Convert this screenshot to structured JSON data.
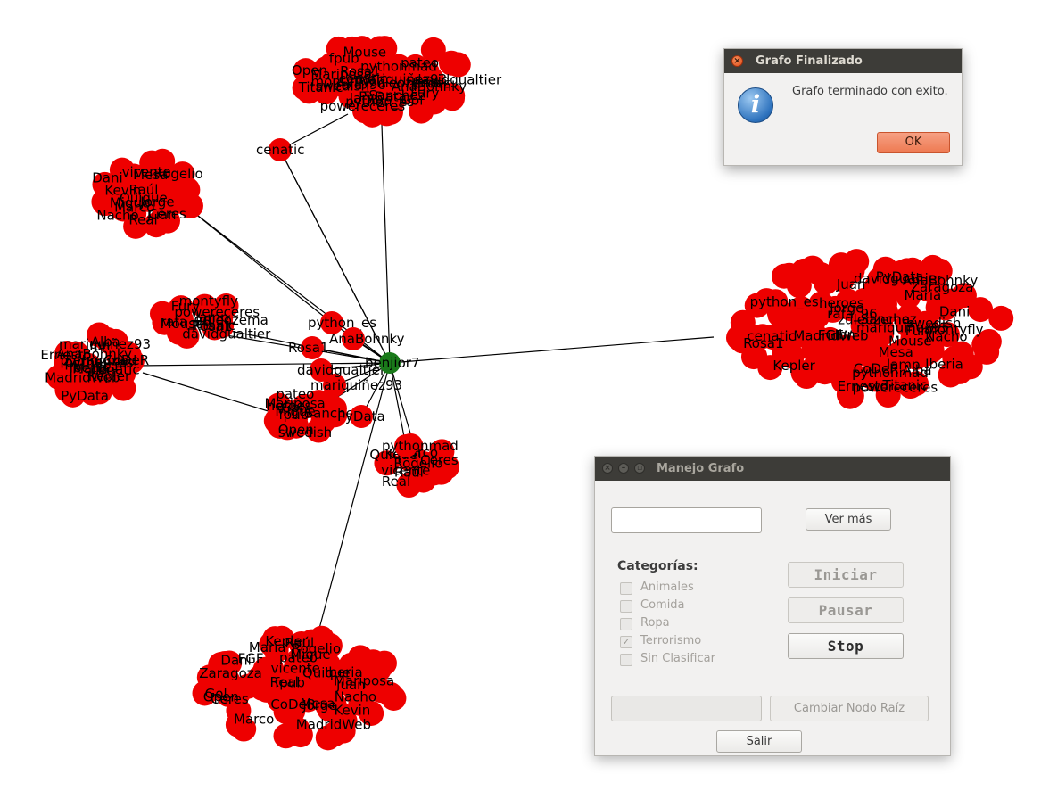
{
  "graph": {
    "root_node": {
      "label": "benjior7",
      "color": "#1a7a1a"
    },
    "node_color": "#ee0000",
    "edge_color": "#000000",
    "node_labels": [
      "cenatic",
      "python_es",
      "AnaBohnky",
      "PyData",
      "pythonmad",
      "mariquiñez93",
      "Rosa1",
      "rafa_96",
      "montyfly",
      "davidgualtier",
      "Titanic",
      "powereceres",
      "Mouse",
      "lamp",
      "Fury",
      "zuleozema",
      "Sanchez",
      "heroes",
      "swedish",
      "Open",
      "Mariposa",
      "Gol",
      "fpub",
      "pateo",
      "Migue",
      "Quique",
      "Ceres",
      "Raúl",
      "Kevin",
      "Marco",
      "vicente",
      "Real",
      "Rogelio",
      "Nacho",
      "Mesa",
      "Jorge",
      "Juan",
      "Dani",
      "FGF",
      "Iberia",
      "Zaragoza",
      "Kepler",
      "MadridWeb",
      "CoDeR",
      "Maria",
      "Alba",
      "Ibn",
      "Ernesto"
    ]
  },
  "dialog": {
    "title": "Grafo Finalizado",
    "close_glyph": "×",
    "icon": "info-icon",
    "icon_glyph": "i",
    "message": "Grafo terminado con exito.",
    "ok_label": "OK"
  },
  "window": {
    "title": "Manejo Grafo",
    "controls": [
      "close-icon",
      "minimize-icon",
      "maximize-icon"
    ],
    "search_value": "",
    "ver_mas_label": "Ver más",
    "categorias_label": "Categorías:",
    "categories": [
      {
        "label": "Animales",
        "checked": false
      },
      {
        "label": "Comida",
        "checked": false
      },
      {
        "label": "Ropa",
        "checked": false
      },
      {
        "label": "Terrorismo",
        "checked": true
      },
      {
        "label": "Sin Clasificar",
        "checked": false
      }
    ],
    "iniciar_label": "Iniciar",
    "pausar_label": "Pausar",
    "stop_label": "Stop",
    "root_value": "",
    "cambiar_label": "Cambiar Nodo Raíz",
    "salir_label": "Salir"
  }
}
